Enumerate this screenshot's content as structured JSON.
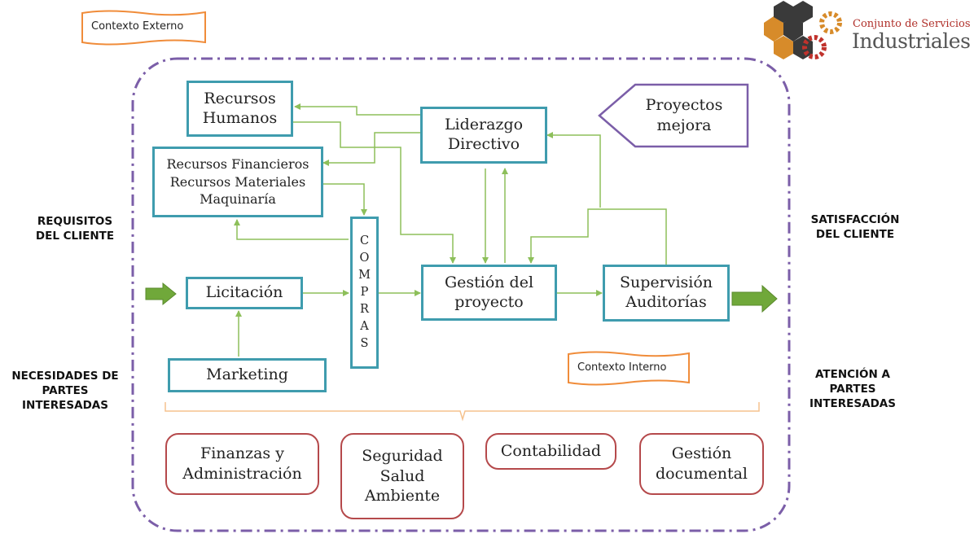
{
  "context": {
    "external": "Contexto Externo",
    "internal": "Contexto Interno"
  },
  "logo": {
    "line1": "Conjunto de Servicios",
    "line2": "Industriales"
  },
  "boxes": {
    "recursos_humanos": "Recursos\nHumanos",
    "liderazgo": "Liderazgo\nDirectivo",
    "proyectos_mejora": "Proyectos\nmejora",
    "recursos_fin": "Recursos Financieros\nRecursos Materiales\nMaquinaría",
    "compras": "C\nO\nM\nP\nR\nA\nS",
    "licitacion": "Licitación",
    "gestion": "Gestión del\nproyecto",
    "supervision": "Supervisión\nAuditorías",
    "marketing": "Marketing"
  },
  "side_labels": {
    "requisitos": "REQUISITOS\nDEL CLIENTE",
    "necesidades": "NECESIDADES DE\nPARTES\nINTERESADAS",
    "satisfaccion": "SATISFACCIÓN\nDEL CLIENTE",
    "atencion": "ATENCIÓN A\nPARTES\nINTERESADAS"
  },
  "support": {
    "finanzas": "Finanzas y\nAdministración",
    "seguridad": "Seguridad\nSalud\nAmbiente",
    "contabilidad": "Contabilidad",
    "gestion_doc": "Gestión\ndocumental"
  },
  "colors": {
    "process_border": "#3f9cae",
    "support_border": "#b5494b",
    "arrow_green": "#8dbf5a",
    "context_border": "#f08c3a",
    "frame_purple": "#7b5ea8"
  }
}
